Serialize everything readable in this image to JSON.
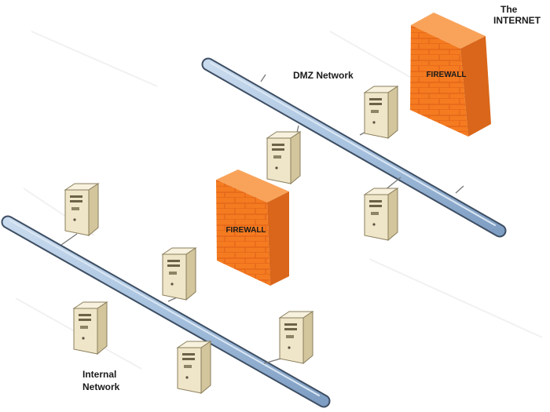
{
  "labels": {
    "internet_line1": "The",
    "internet_line2": "INTERNET",
    "dmz_network": "DMZ Network",
    "internal_line1": "Internal",
    "internal_line2": "Network",
    "firewall": "FIREWALL"
  },
  "colors": {
    "firewall_face": "#f47b20",
    "firewall_side": "#d9661a",
    "pipe_fill": "#a7c2df",
    "pipe_edge": "#3d4e63",
    "server_front": "#efe6c9",
    "server_side": "#d3c59c",
    "server_top": "#f7f1de"
  }
}
